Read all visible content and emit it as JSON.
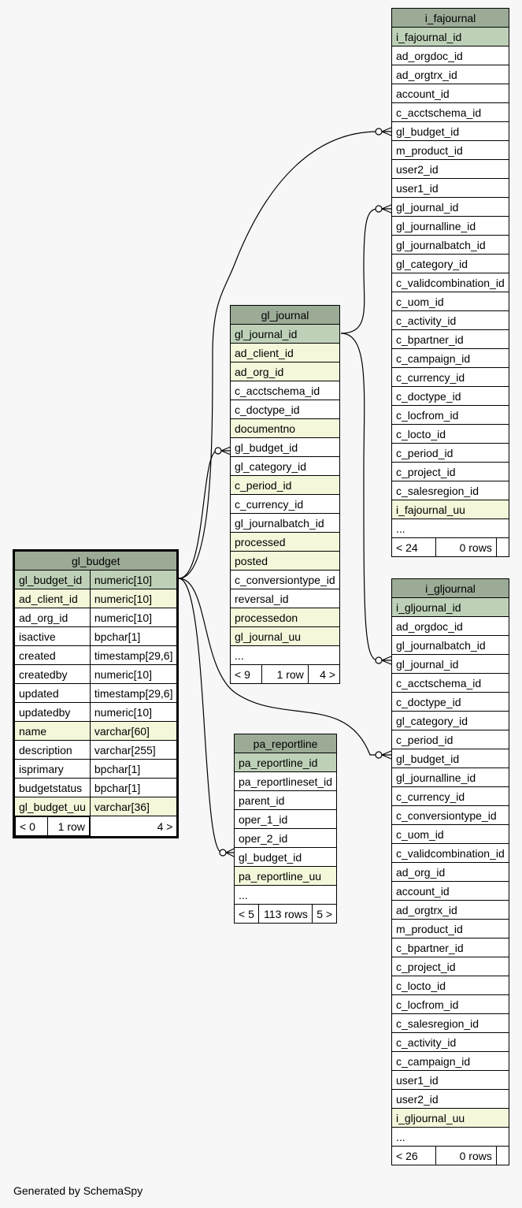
{
  "generated_by": "Generated by SchemaSpy",
  "tables": {
    "i_fajournal": {
      "name": "i_fajournal",
      "columns": [
        {
          "name": "i_fajournal_id",
          "kind": "pk"
        },
        {
          "name": "ad_orgdoc_id",
          "kind": ""
        },
        {
          "name": "ad_orgtrx_id",
          "kind": ""
        },
        {
          "name": "account_id",
          "kind": ""
        },
        {
          "name": "c_acctschema_id",
          "kind": ""
        },
        {
          "name": "gl_budget_id",
          "kind": ""
        },
        {
          "name": "m_product_id",
          "kind": ""
        },
        {
          "name": "user2_id",
          "kind": ""
        },
        {
          "name": "user1_id",
          "kind": ""
        },
        {
          "name": "gl_journal_id",
          "kind": ""
        },
        {
          "name": "gl_journalline_id",
          "kind": ""
        },
        {
          "name": "gl_journalbatch_id",
          "kind": ""
        },
        {
          "name": "gl_category_id",
          "kind": ""
        },
        {
          "name": "c_validcombination_id",
          "kind": ""
        },
        {
          "name": "c_uom_id",
          "kind": ""
        },
        {
          "name": "c_activity_id",
          "kind": ""
        },
        {
          "name": "c_bpartner_id",
          "kind": ""
        },
        {
          "name": "c_campaign_id",
          "kind": ""
        },
        {
          "name": "c_currency_id",
          "kind": ""
        },
        {
          "name": "c_doctype_id",
          "kind": ""
        },
        {
          "name": "c_locfrom_id",
          "kind": ""
        },
        {
          "name": "c_locto_id",
          "kind": ""
        },
        {
          "name": "c_period_id",
          "kind": ""
        },
        {
          "name": "c_project_id",
          "kind": ""
        },
        {
          "name": "c_salesregion_id",
          "kind": ""
        },
        {
          "name": "i_fajournal_uu",
          "kind": "idx"
        },
        {
          "name": "...",
          "kind": ""
        }
      ],
      "footer": [
        "< 24",
        "0 rows",
        ""
      ]
    },
    "gl_journal": {
      "name": "gl_journal",
      "columns": [
        {
          "name": "gl_journal_id",
          "kind": "pk"
        },
        {
          "name": "ad_client_id",
          "kind": "idx"
        },
        {
          "name": "ad_org_id",
          "kind": "idx"
        },
        {
          "name": "c_acctschema_id",
          "kind": ""
        },
        {
          "name": "c_doctype_id",
          "kind": ""
        },
        {
          "name": "documentno",
          "kind": "idx"
        },
        {
          "name": "gl_budget_id",
          "kind": ""
        },
        {
          "name": "gl_category_id",
          "kind": ""
        },
        {
          "name": "c_period_id",
          "kind": "idx"
        },
        {
          "name": "c_currency_id",
          "kind": ""
        },
        {
          "name": "gl_journalbatch_id",
          "kind": ""
        },
        {
          "name": "processed",
          "kind": "idx"
        },
        {
          "name": "posted",
          "kind": "idx"
        },
        {
          "name": "c_conversiontype_id",
          "kind": ""
        },
        {
          "name": "reversal_id",
          "kind": ""
        },
        {
          "name": "processedon",
          "kind": "idx"
        },
        {
          "name": "gl_journal_uu",
          "kind": "idx"
        },
        {
          "name": "...",
          "kind": ""
        }
      ],
      "footer": [
        "< 9",
        "1 row",
        "4 >"
      ]
    },
    "gl_budget": {
      "name": "gl_budget",
      "columns": [
        {
          "name": "gl_budget_id",
          "type": "numeric[10]",
          "kind": "pk"
        },
        {
          "name": "ad_client_id",
          "type": "numeric[10]",
          "kind": "idx"
        },
        {
          "name": "ad_org_id",
          "type": "numeric[10]",
          "kind": ""
        },
        {
          "name": "isactive",
          "type": "bpchar[1]",
          "kind": ""
        },
        {
          "name": "created",
          "type": "timestamp[29,6]",
          "kind": ""
        },
        {
          "name": "createdby",
          "type": "numeric[10]",
          "kind": ""
        },
        {
          "name": "updated",
          "type": "timestamp[29,6]",
          "kind": ""
        },
        {
          "name": "updatedby",
          "type": "numeric[10]",
          "kind": ""
        },
        {
          "name": "name",
          "type": "varchar[60]",
          "kind": "idx"
        },
        {
          "name": "description",
          "type": "varchar[255]",
          "kind": ""
        },
        {
          "name": "isprimary",
          "type": "bpchar[1]",
          "kind": ""
        },
        {
          "name": "budgetstatus",
          "type": "bpchar[1]",
          "kind": ""
        },
        {
          "name": "gl_budget_uu",
          "type": "varchar[36]",
          "kind": "idx"
        }
      ],
      "footer": [
        "< 0",
        "1 row",
        "4 >"
      ]
    },
    "pa_reportline": {
      "name": "pa_reportline",
      "columns": [
        {
          "name": "pa_reportline_id",
          "kind": "pk"
        },
        {
          "name": "pa_reportlineset_id",
          "kind": ""
        },
        {
          "name": "parent_id",
          "kind": ""
        },
        {
          "name": "oper_1_id",
          "kind": ""
        },
        {
          "name": "oper_2_id",
          "kind": ""
        },
        {
          "name": "gl_budget_id",
          "kind": ""
        },
        {
          "name": "pa_reportline_uu",
          "kind": "idx"
        },
        {
          "name": "...",
          "kind": ""
        }
      ],
      "footer": [
        "< 5",
        "113 rows",
        "5 >"
      ]
    },
    "i_gljournal": {
      "name": "i_gljournal",
      "columns": [
        {
          "name": "i_gljournal_id",
          "kind": "pk"
        },
        {
          "name": "ad_orgdoc_id",
          "kind": ""
        },
        {
          "name": "gl_journalbatch_id",
          "kind": ""
        },
        {
          "name": "gl_journal_id",
          "kind": ""
        },
        {
          "name": "c_acctschema_id",
          "kind": ""
        },
        {
          "name": "c_doctype_id",
          "kind": ""
        },
        {
          "name": "gl_category_id",
          "kind": ""
        },
        {
          "name": "c_period_id",
          "kind": ""
        },
        {
          "name": "gl_budget_id",
          "kind": ""
        },
        {
          "name": "gl_journalline_id",
          "kind": ""
        },
        {
          "name": "c_currency_id",
          "kind": ""
        },
        {
          "name": "c_conversiontype_id",
          "kind": ""
        },
        {
          "name": "c_uom_id",
          "kind": ""
        },
        {
          "name": "c_validcombination_id",
          "kind": ""
        },
        {
          "name": "ad_org_id",
          "kind": ""
        },
        {
          "name": "account_id",
          "kind": ""
        },
        {
          "name": "ad_orgtrx_id",
          "kind": ""
        },
        {
          "name": "m_product_id",
          "kind": ""
        },
        {
          "name": "c_bpartner_id",
          "kind": ""
        },
        {
          "name": "c_project_id",
          "kind": ""
        },
        {
          "name": "c_locto_id",
          "kind": ""
        },
        {
          "name": "c_locfrom_id",
          "kind": ""
        },
        {
          "name": "c_salesregion_id",
          "kind": ""
        },
        {
          "name": "c_activity_id",
          "kind": ""
        },
        {
          "name": "c_campaign_id",
          "kind": ""
        },
        {
          "name": "user1_id",
          "kind": ""
        },
        {
          "name": "user2_id",
          "kind": ""
        },
        {
          "name": "i_gljournal_uu",
          "kind": "idx"
        },
        {
          "name": "...",
          "kind": ""
        }
      ],
      "footer": [
        "< 26",
        "0 rows",
        ""
      ]
    }
  },
  "colors": {
    "header": "#9bab96",
    "primary_key": "#bed1b8",
    "indexed": "#f4f7da",
    "background": "#f7f7f7"
  }
}
